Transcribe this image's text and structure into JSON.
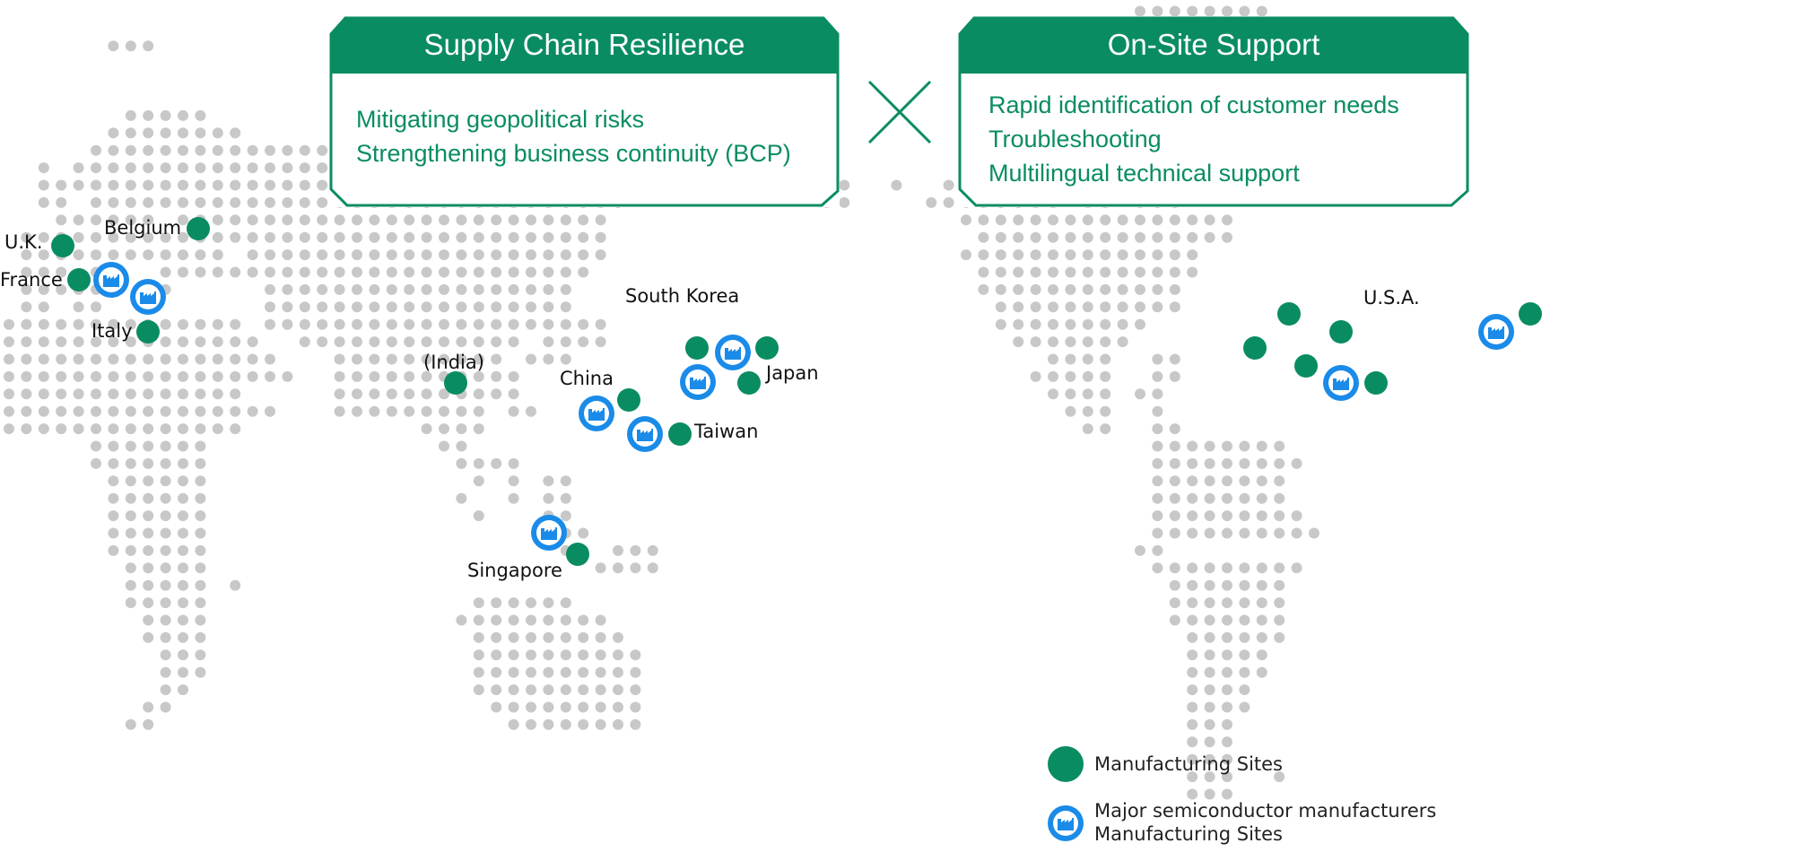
{
  "colors": {
    "dot": "#c8c8c8",
    "manufacturing_site": "#0a8c63",
    "semiconductor_site": "#1a8be8",
    "panel_header": "#0a8c63",
    "panel_text": "#0a8c63"
  },
  "panels": {
    "supply_chain": {
      "title": "Supply Chain Resilience",
      "items": [
        "Mitigating geopolitical risks",
        "Strengthening business continuity (BCP)"
      ]
    },
    "on_site": {
      "title": "On-Site Support",
      "items": [
        "Rapid identification of customer needs",
        "Troubleshooting",
        "Multilingual technical support"
      ]
    },
    "connector": "×"
  },
  "labels": {
    "uk": "U.K.",
    "belgium": "Belgium",
    "france": "France",
    "italy": "Italy",
    "india": "(India)",
    "south_korea": "South Korea",
    "japan": "Japan",
    "china": "China",
    "taiwan": "Taiwan",
    "singapore": "Singapore",
    "usa": "U.S.A."
  },
  "legend": {
    "manufacturing": "Manufacturing Sites",
    "semiconductor_line1": "Major semiconductor manufacturers",
    "semiconductor_line2": "Manufacturing Sites",
    "manufacturing_icon": "green-circle",
    "semiconductor_icon": "factory-icon"
  }
}
